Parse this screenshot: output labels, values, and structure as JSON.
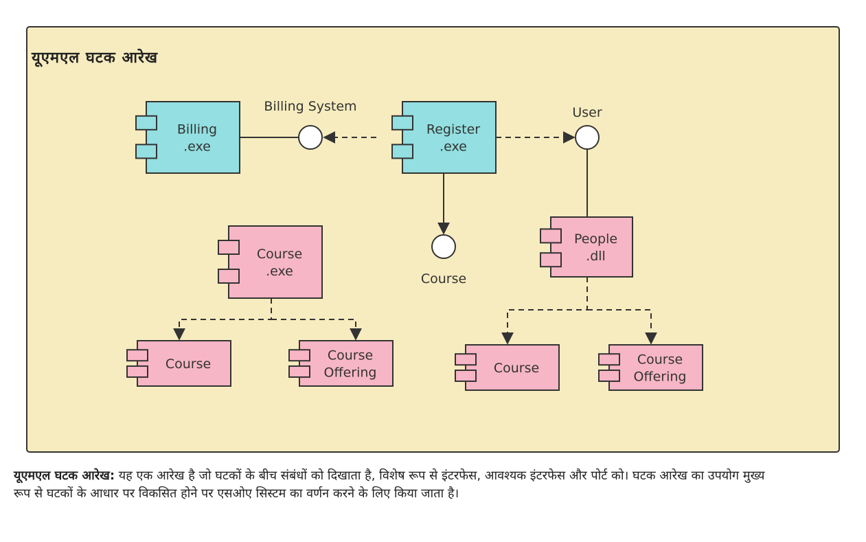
{
  "diagram": {
    "title": "यूएमएल घटक आरेख",
    "colors": {
      "frame_bg": "#f6ecbf",
      "teal_component": "#93dfe1",
      "pink_component": "#f7b6c5",
      "stroke": "#333333"
    },
    "components": [
      {
        "id": "billing",
        "lines": [
          "Billing",
          ".exe"
        ],
        "color": "teal"
      },
      {
        "id": "register",
        "lines": [
          "Register",
          ".exe"
        ],
        "color": "teal"
      },
      {
        "id": "course-exe",
        "lines": [
          "Course",
          ".exe"
        ],
        "color": "pink"
      },
      {
        "id": "people",
        "lines": [
          "People",
          ".dll"
        ],
        "color": "pink"
      },
      {
        "id": "course-a",
        "lines": [
          "Course"
        ],
        "color": "pink"
      },
      {
        "id": "offering-a",
        "lines": [
          "Course",
          "Offering"
        ],
        "color": "pink"
      },
      {
        "id": "course-b",
        "lines": [
          "Course"
        ],
        "color": "pink"
      },
      {
        "id": "offering-b",
        "lines": [
          "Course",
          "Offering"
        ],
        "color": "pink"
      }
    ],
    "interfaces": [
      {
        "id": "billing-system",
        "label": "Billing System"
      },
      {
        "id": "user",
        "label": "User"
      },
      {
        "id": "course-iface",
        "label": "Course"
      }
    ]
  },
  "caption": {
    "title": "यूएमएल घटक आरेख:",
    "body": " यह एक आरेख है जो घटकों के बीच संबंधों को दिखाता है, विशेष रूप से इंटरफेस, आवश्यक इंटरफेस और पोर्ट को। घटक आरेख का उपयोग मुख्य रूप से घटकों के आधार पर विकसित होने पर एसओए सिस्टम का वर्णन करने के लिए किया जाता है।"
  }
}
